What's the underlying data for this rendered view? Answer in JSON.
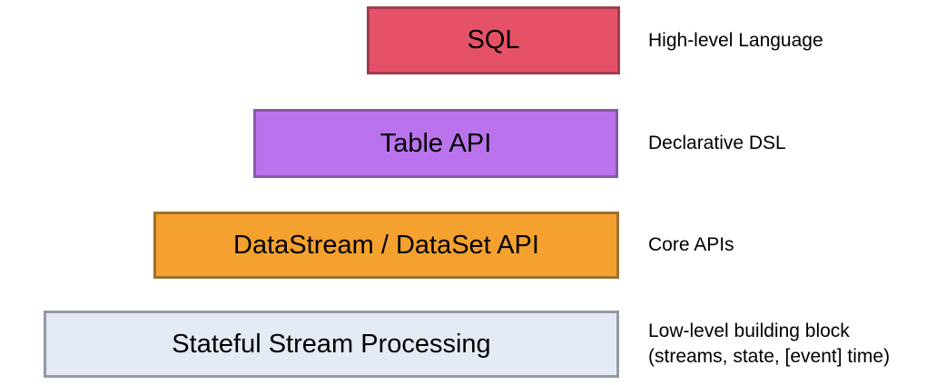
{
  "background": "#ffffff",
  "text_color": "#000000",
  "layers": [
    {
      "label": "SQL",
      "description": "High-level Language",
      "fill": "#E55268",
      "border": "#A23B50"
    },
    {
      "label": "Table API",
      "description": "Declarative DSL",
      "fill": "#BA73EC",
      "border": "#8659A8"
    },
    {
      "label": "DataStream / DataSet API",
      "description": "Core APIs",
      "fill": "#F5A12F",
      "border": "#9C7030"
    },
    {
      "label": "Stateful Stream Processing",
      "description": "Low-level building block\n(streams, state, [event] time)",
      "fill": "#E4EAF4",
      "border": "#939AA4"
    }
  ]
}
